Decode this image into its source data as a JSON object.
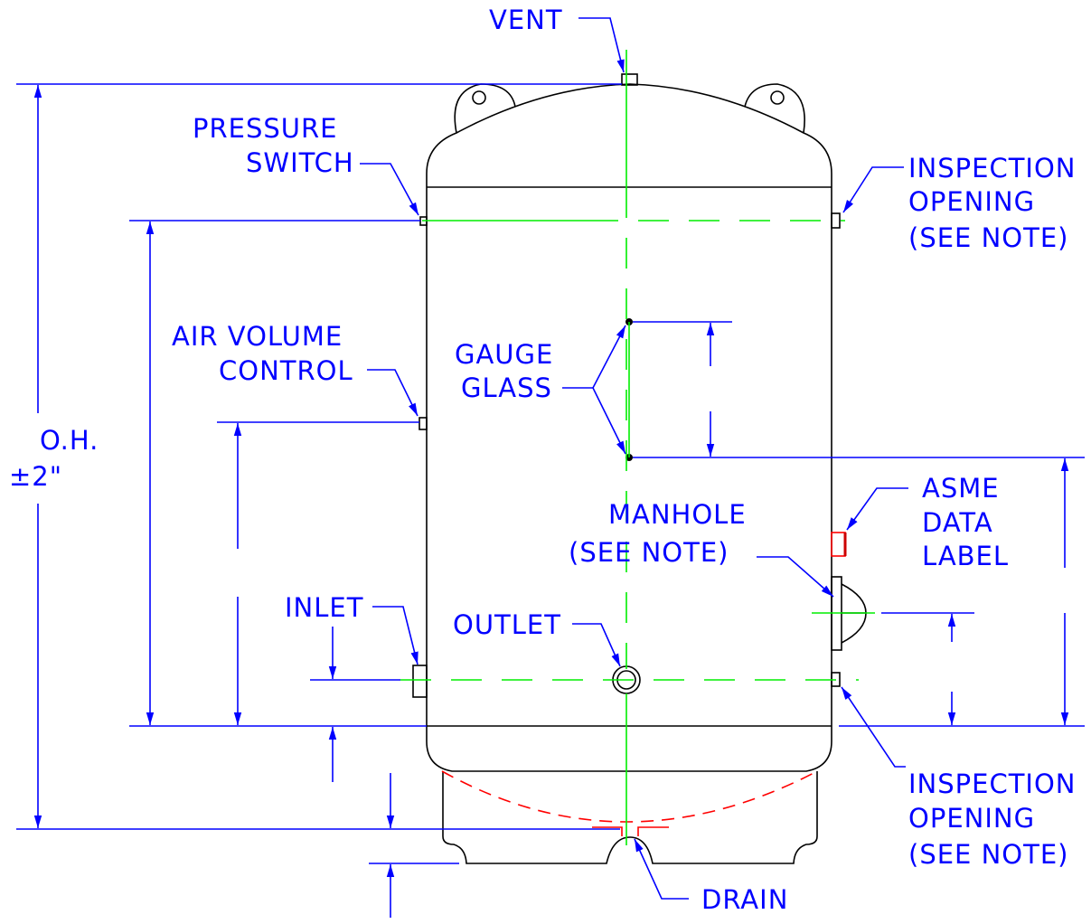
{
  "labels": {
    "vent": "VENT",
    "pressure_switch": [
      "PRESSURE",
      "SWITCH"
    ],
    "inspection_opening_top": [
      "INSPECTION",
      "OPENING",
      "(SEE  NOTE)"
    ],
    "air_volume_control": [
      "AIR  VOLUME",
      "CONTROL"
    ],
    "gauge_glass": [
      "GAUGE",
      "GLASS"
    ],
    "overall_height": [
      "O.H.",
      "±2\""
    ],
    "asme_data_label": [
      "ASME",
      "DATA",
      "LABEL"
    ],
    "manhole": [
      "MANHOLE",
      "(SEE  NOTE)"
    ],
    "inlet": "INLET",
    "outlet": "OUTLET",
    "inspection_opening_bottom": [
      "INSPECTION",
      "OPENING",
      "(SEE  NOTE)"
    ],
    "drain": "DRAIN"
  },
  "colors": {
    "annotation": "#0000ff",
    "tank_outline": "#000000",
    "centerline": "#00ee00",
    "hidden_line": "#ff0000"
  }
}
